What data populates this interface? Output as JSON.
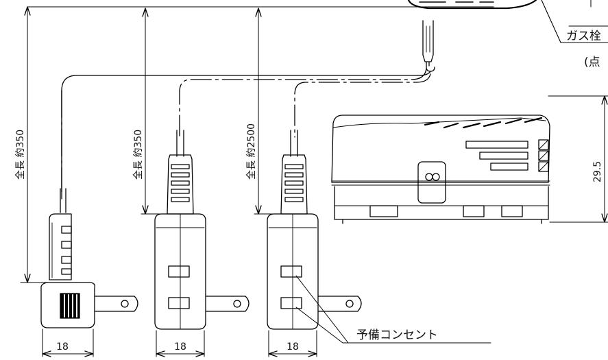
{
  "dimensions": {
    "left_cord_length": "全長 約350",
    "middle_cord_length": "全長 約350",
    "right_cord_length": "全長 約2500",
    "plug_width_left": "18",
    "plug_width_middle": "18",
    "plug_width_right": "18",
    "body_height": "29.5"
  },
  "labels": {
    "gas_plug": "ガス栓",
    "lighting": "(点",
    "spare_outlet": "予備コンセント"
  }
}
